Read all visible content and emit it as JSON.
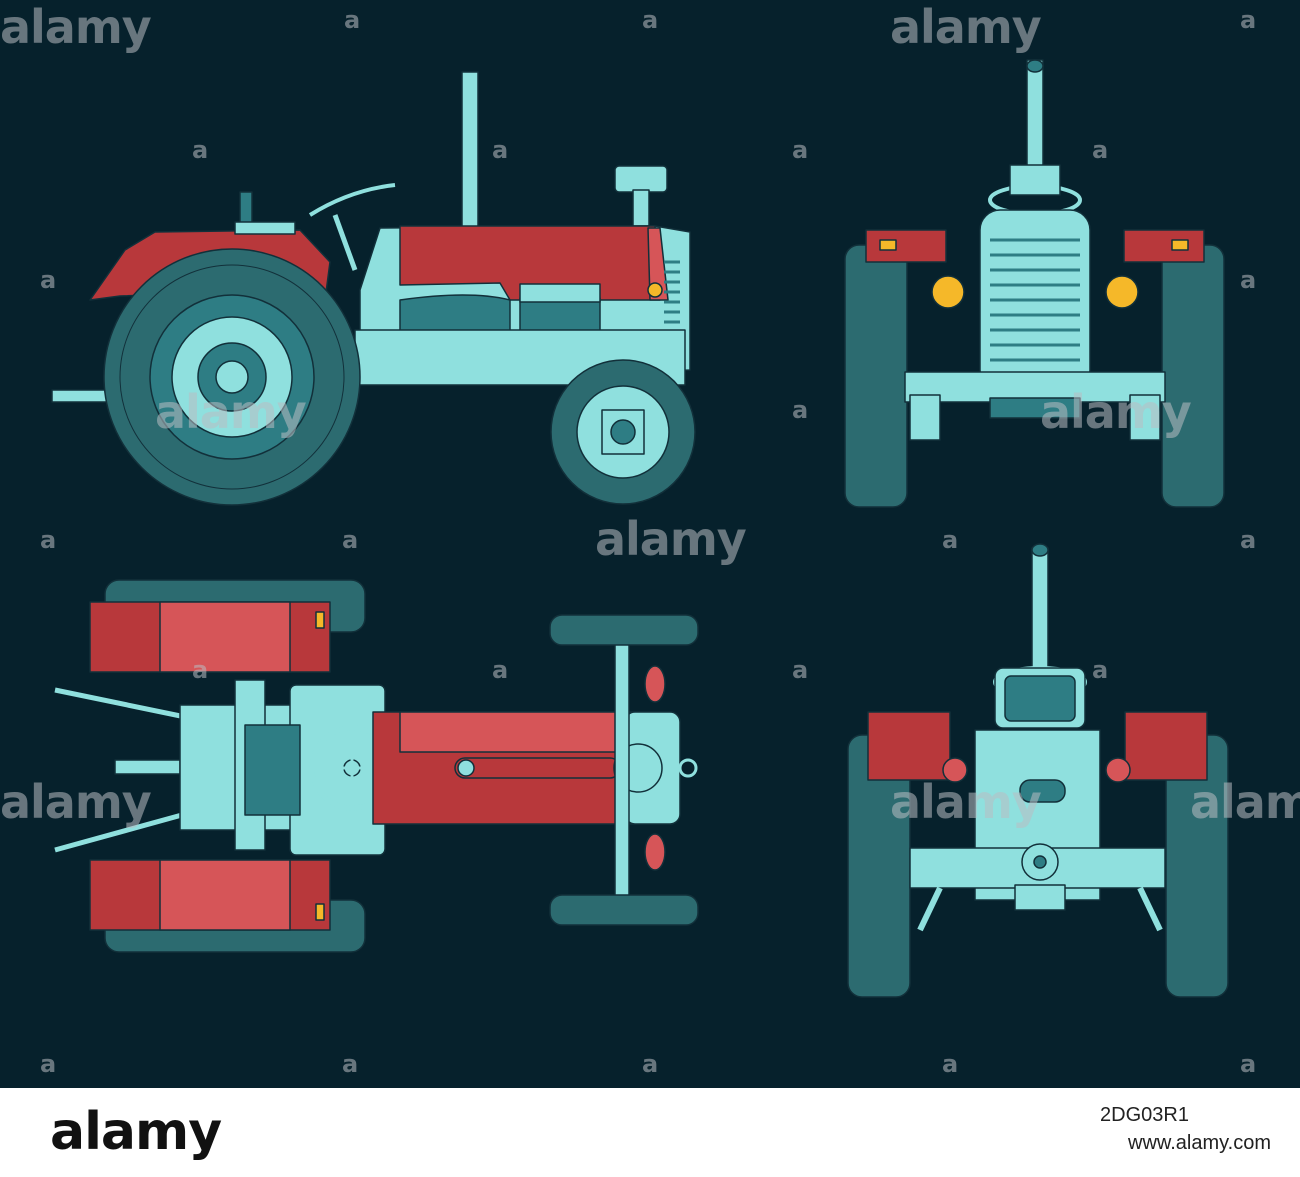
{
  "watermark": {
    "brand": "alamy",
    "mark": "a"
  },
  "footer": {
    "logo": "alamy",
    "image_id": "2DG03R1",
    "url": "www.alamy.com"
  },
  "views": [
    "side-view",
    "front-view",
    "top-view",
    "rear-view"
  ],
  "colors": {
    "background": "#06212c",
    "outline": "#12303a",
    "light": "#8fe0de",
    "mid": "#2e7d84",
    "tire": "#2c6b70",
    "red": "#b8383b",
    "red_light": "#d65558",
    "yellow": "#f5b829"
  }
}
